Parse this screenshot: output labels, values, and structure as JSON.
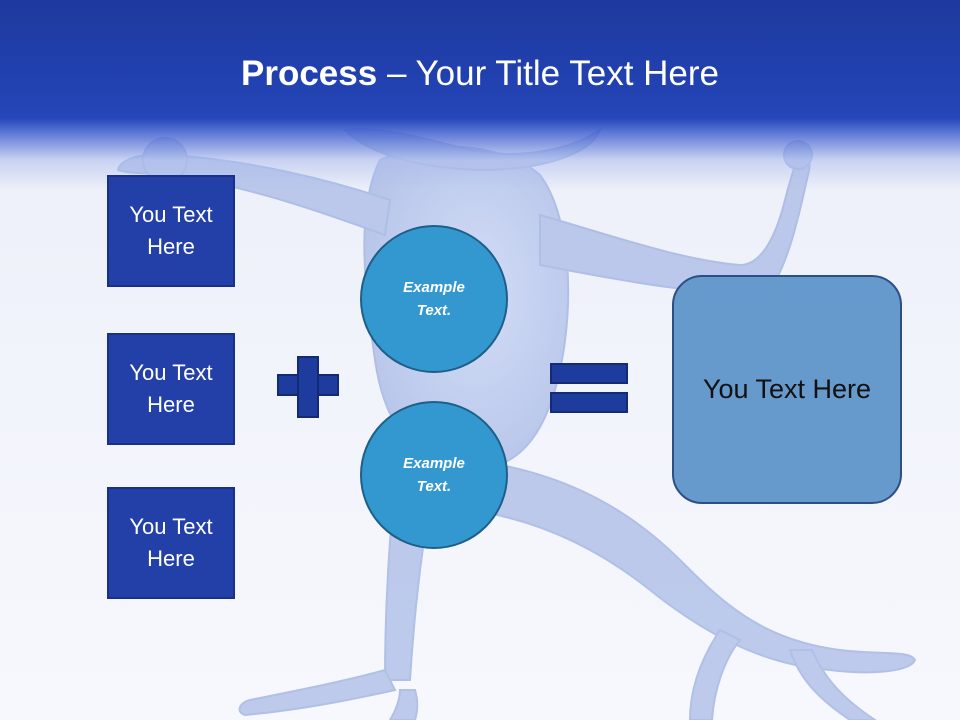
{
  "title": {
    "bold": "Process",
    "rest": " – Your Title Text Here"
  },
  "left_boxes": [
    {
      "label": "You Text Here"
    },
    {
      "label": "You Text Here"
    },
    {
      "label": "You Text Here"
    }
  ],
  "circles": [
    {
      "label": "Example Text."
    },
    {
      "label": "Example Text."
    }
  ],
  "operators": {
    "plus": "plus-icon",
    "equals": "equals-icon"
  },
  "result": {
    "label": "You Text Here"
  },
  "colors": {
    "header": "#2140ae",
    "box_fill": "#2340a8",
    "circle_fill": "#3498d0",
    "result_fill": "#6699cc",
    "operator": "#1e3c9e"
  }
}
